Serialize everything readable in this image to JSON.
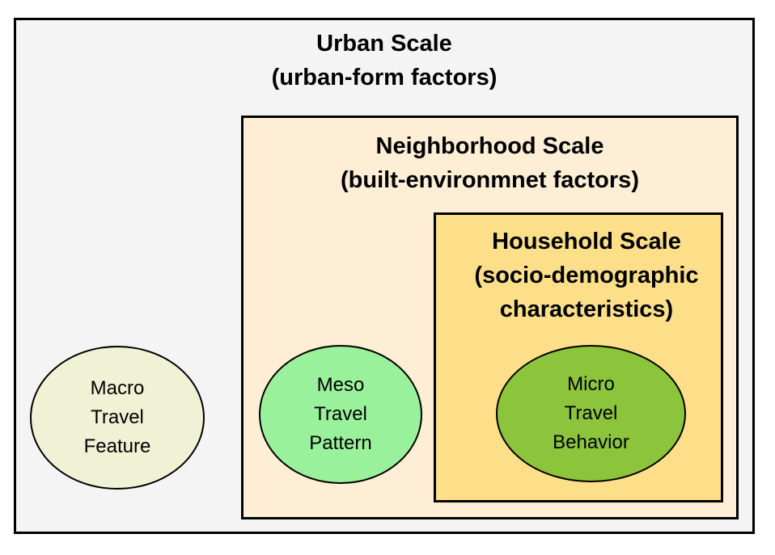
{
  "diagram": {
    "urban_scale": {
      "title": "Urban Scale",
      "subtitle": "(urban-form factors)",
      "fill": "#f4f4f4"
    },
    "neighborhood_scale": {
      "title": "Neighborhood Scale",
      "subtitle": "(built-environmnet factors)",
      "fill": "#fdeed5"
    },
    "household_scale": {
      "title": "Household Scale",
      "subtitle": "(socio-demographic characteristics)",
      "fill": "#fddf8a"
    },
    "ellipses": [
      {
        "name": "macro-travel-feature",
        "line1": "Macro",
        "line2": "Travel",
        "line3": "Feature",
        "fill": "#f0f2d6"
      },
      {
        "name": "meso-travel-pattern",
        "line1": "Meso",
        "line2": "Travel",
        "line3": "Pattern",
        "fill": "#99f19b"
      },
      {
        "name": "micro-travel-behavior",
        "line1": "Micro",
        "line2": "Travel",
        "line3": "Behavior",
        "fill": "#8cc43c"
      }
    ],
    "border_color": "#000000",
    "text_color": "#000000"
  }
}
